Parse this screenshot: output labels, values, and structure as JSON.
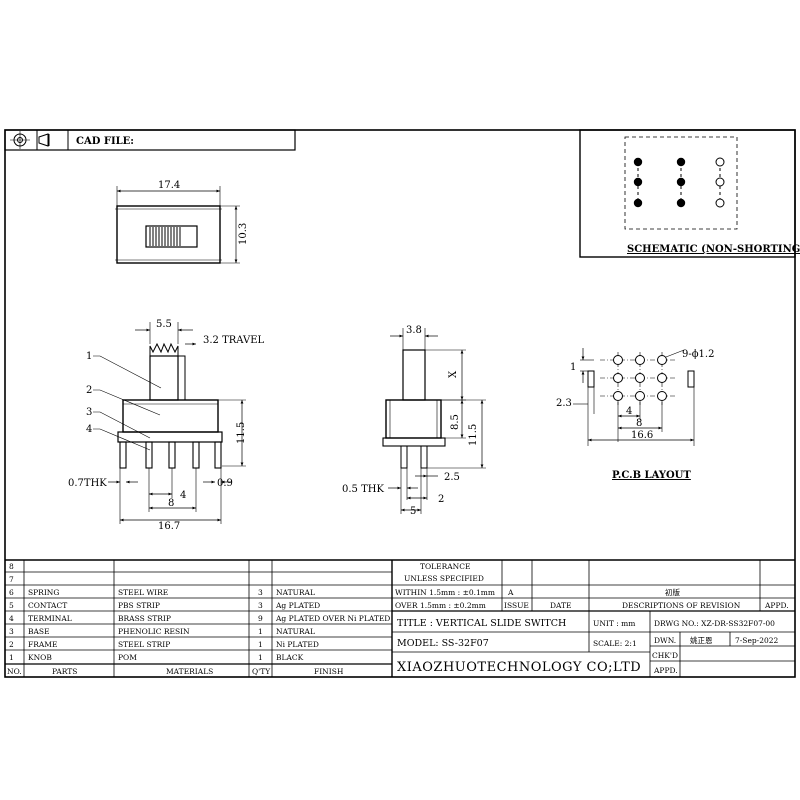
{
  "header": {
    "cad_file_label": "CAD FILE:"
  },
  "top_view": {
    "width_dim": "17.4",
    "height_dim": "10.3"
  },
  "schematic": {
    "caption": "SCHEMATIC (NON-SHORTING)"
  },
  "side_view": {
    "knob_dim": "5.5",
    "travel_label": "3.2 TRAVEL",
    "height_dim": "11.5",
    "thk_label": "0.7THK",
    "pitch_half": "4",
    "pitch_full": "8",
    "length_dim": "16.7",
    "pin_dim": "0.9",
    "part_numbers": [
      "1",
      "2",
      "3",
      "4"
    ]
  },
  "end_view": {
    "knob_dim": "3.8",
    "x_label": "X",
    "dim_85": "8.5",
    "dim_115": "11.5",
    "thk_label": "0.5 THK",
    "dim_25": "2.5",
    "dim_2": "2",
    "dim_5": "5"
  },
  "pcb": {
    "hole_label": "9-ϕ1.2",
    "dim_1": "1",
    "dim_23": "2.3",
    "dim_4": "4",
    "dim_8": "8",
    "dim_166": "16.6",
    "caption": "P.C.B LAYOUT"
  },
  "bom": {
    "row_numbers": [
      "8",
      "7",
      "6",
      "5",
      "4",
      "3",
      "2",
      "1"
    ],
    "rows": [
      {
        "no": "6",
        "part": "SPRING",
        "material": "STEEL WIRE",
        "qty": "3",
        "finish": "NATURAL"
      },
      {
        "no": "5",
        "part": "CONTACT",
        "material": "PBS STRIP",
        "qty": "3",
        "finish": "Ag PLATED"
      },
      {
        "no": "4",
        "part": "TERMINAL",
        "material": "BRASS STRIP",
        "qty": "9",
        "finish": "Ag PLATED OVER Ni PLATED"
      },
      {
        "no": "3",
        "part": "BASE",
        "material": "PHENOLIC RESIN",
        "qty": "1",
        "finish": "NATURAL"
      },
      {
        "no": "2",
        "part": "FRAME",
        "material": "STEEL STRIP",
        "qty": "1",
        "finish": "Ni PLATED"
      },
      {
        "no": "1",
        "part": "KNOB",
        "material": "POM",
        "qty": "1",
        "finish": "BLACK"
      }
    ],
    "headers": {
      "no": "NO.",
      "parts": "PARTS",
      "materials": "MATERIALS",
      "qty": "Q'TY",
      "finish": "FINISH"
    }
  },
  "tolerance": {
    "title": "TOLERANCE",
    "subtitle": "UNLESS  SPECIFIED",
    "within": "WITHIN 1.5mm : ±0.1mm",
    "over": "OVER 1.5mm : ±0.2mm"
  },
  "revision": {
    "rev_a": "A",
    "issue": "ISSUE",
    "date": "DATE",
    "descriptions": "DESCRIPTIONS OF REVISION",
    "appd": "APPD.",
    "entry_note": "初版"
  },
  "title_block": {
    "title": "TITLE :  VERTICAL SLIDE SWITCH",
    "unit": "UNIT :   mm",
    "drwg_no": "DRWG NO.:   XZ-DR-SS32F07-00",
    "model": "MODEL:   SS-32F07",
    "scale": "SCALE:   2:1",
    "dwn": "DWN.",
    "dwn_value": "姚正恩",
    "dwn_date": "7-Sep-2022",
    "chkd": "CHK'D",
    "appd": "APPD.",
    "company": "XIAOZHUOTECHNOLOGY CO;LTD"
  }
}
